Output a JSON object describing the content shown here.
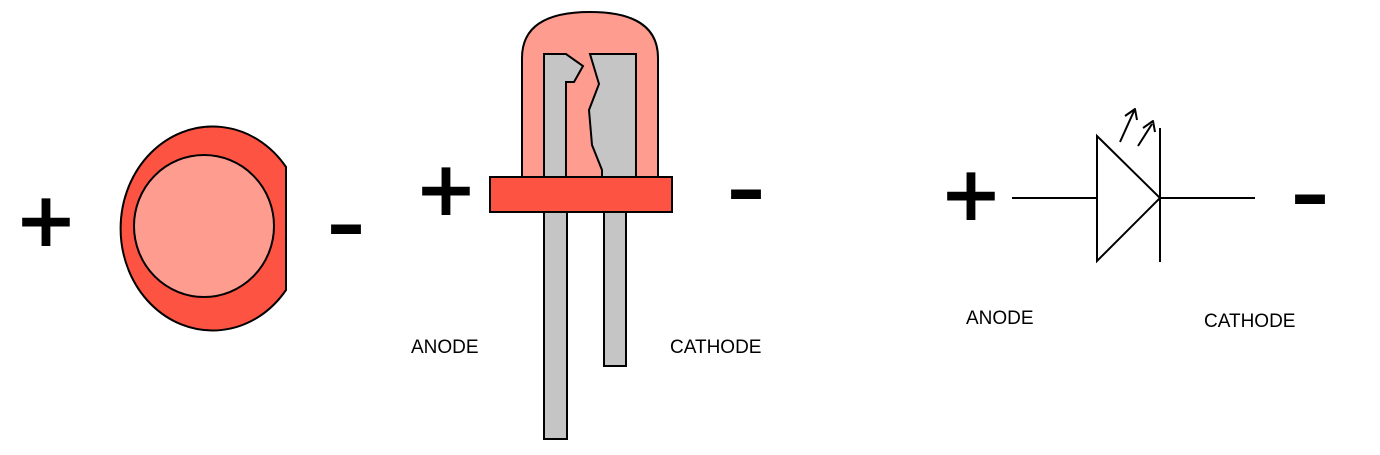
{
  "colors": {
    "led_red": "#fc5343",
    "led_pink": "#fe9c90",
    "lead_gray": "#c5c5c5",
    "outline": "#000000"
  },
  "top_view": {
    "plus": "+",
    "minus": "–"
  },
  "side_view": {
    "plus": "+",
    "minus": "–",
    "anode_label": "ANODE",
    "cathode_label": "CATHODE"
  },
  "symbol": {
    "plus": "+",
    "minus": "–",
    "anode_label": "ANODE",
    "cathode_label": "CATHODE"
  }
}
